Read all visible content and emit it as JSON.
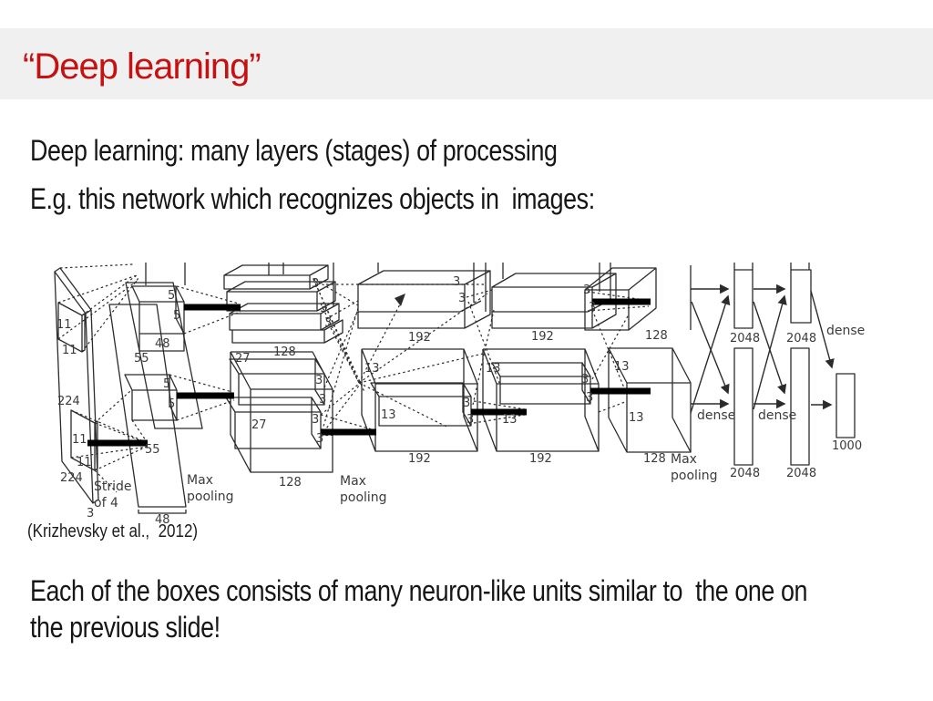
{
  "slide": {
    "title": "“Deep learning”",
    "body_line1": "Deep learning: many layers (stages) of processing",
    "body_line2": "E.g. this network which recognizes objects in  images:",
    "citation": "(Krizhevsky et al.,  2012)",
    "footer_line1": "Each of the boxes consists of many neuron-like units similar to  the one on",
    "footer_line2": "the previous slide!"
  },
  "diagram": {
    "labels": {
      "n3": "3",
      "n5": "5",
      "n11": "11",
      "n13": "13",
      "n27": "27",
      "n48": "48",
      "n55": "55",
      "n128": "128",
      "n192": "192",
      "n224": "224",
      "n1000": "1000",
      "n2048": "2048",
      "stride_line1": "Stride",
      "stride_line2": "of 4",
      "max": "Max",
      "pooling": "pooling",
      "dense": "dense"
    }
  },
  "colors": {
    "title_red": "#c41111",
    "band_gray": "#f0f0f0"
  }
}
